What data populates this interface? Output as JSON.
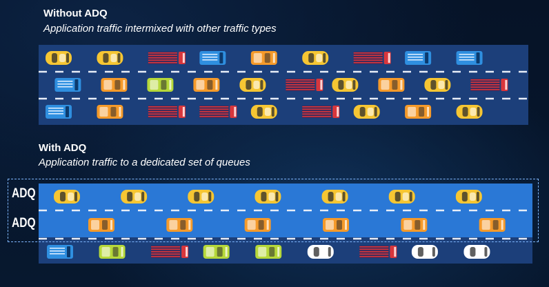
{
  "without": {
    "title": "Without ADQ",
    "subtitle": "Application traffic intermixed with other traffic types"
  },
  "with": {
    "title": "With ADQ",
    "subtitle": "Application traffic to a dedicated set of queues",
    "lane_label_1": "ADQ",
    "lane_label_2": "ADQ"
  },
  "colors": {
    "road_dark": "#1c3f7a",
    "road_adq": "#2a78d6",
    "car_yellow": "#f6c633",
    "car_orange": "#f59a2a",
    "car_blue": "#2f8fe0",
    "car_green": "#b6d83a",
    "car_white": "#ffffff",
    "truck_red": "#d8363c",
    "adq_border": "#7fb7ff"
  },
  "top_lanes": [
    [
      "yellow",
      "yellow",
      "red",
      "blue",
      "orange",
      "yellow",
      "red",
      "blue",
      "blue"
    ],
    [
      "blue",
      "orange",
      "green",
      "orange",
      "yellow",
      "red",
      "yellow",
      "orange",
      "yellow",
      "red"
    ],
    [
      "blue",
      "orange",
      "red",
      "red",
      "yellow",
      "red",
      "yellow",
      "orange",
      "yellow"
    ]
  ],
  "bottom_lanes": {
    "adq_lane_1": [
      "yellow",
      "yellow",
      "yellow",
      "yellow",
      "yellow",
      "yellow",
      "yellow"
    ],
    "adq_lane_2": [
      "orange",
      "orange",
      "orange",
      "orange",
      "orange",
      "orange"
    ],
    "mixed_lane": [
      "blue",
      "green",
      "red",
      "green",
      "green",
      "white",
      "red",
      "white",
      "white"
    ]
  }
}
